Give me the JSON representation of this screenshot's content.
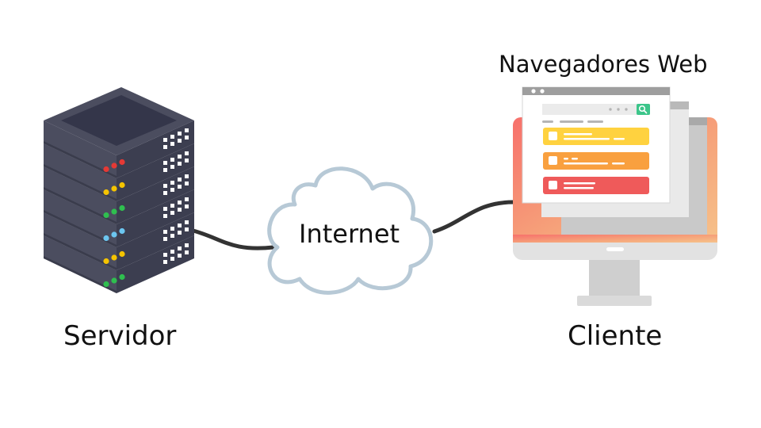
{
  "labels": {
    "server": "Servidor",
    "internet": "Internet",
    "browsers": "Navegadores Web",
    "client": "Cliente"
  },
  "colors": {
    "server_body": "#4b4d5f",
    "server_top": "#3b3d4d",
    "cable": "#333333",
    "cloud_stroke": "#b7c9d6",
    "card_yellow": "#ffd23f",
    "card_orange": "#f9a03f",
    "card_red": "#ef5a5a",
    "search_green": "#3cc58a"
  },
  "server_led_colors": [
    [
      "#e53935",
      "#e53935",
      "#e53935"
    ],
    [
      "#f5c400",
      "#f5c400",
      "#f5c400"
    ],
    [
      "#2fbf4f",
      "#2fbf4f",
      "#2fbf4f"
    ],
    [
      "#6cc6f0",
      "#6cc6f0",
      "#6cc6f0"
    ],
    [
      "#f5c400",
      "#f5c400",
      "#f5c400"
    ],
    [
      "#2fbf4f",
      "#2fbf4f",
      "#2fbf4f"
    ]
  ],
  "icons": {
    "server": "server-rack-icon",
    "cloud": "cloud-icon",
    "client": "desktop-monitor-icon",
    "browser": "browser-window-icon",
    "search": "search-icon"
  }
}
